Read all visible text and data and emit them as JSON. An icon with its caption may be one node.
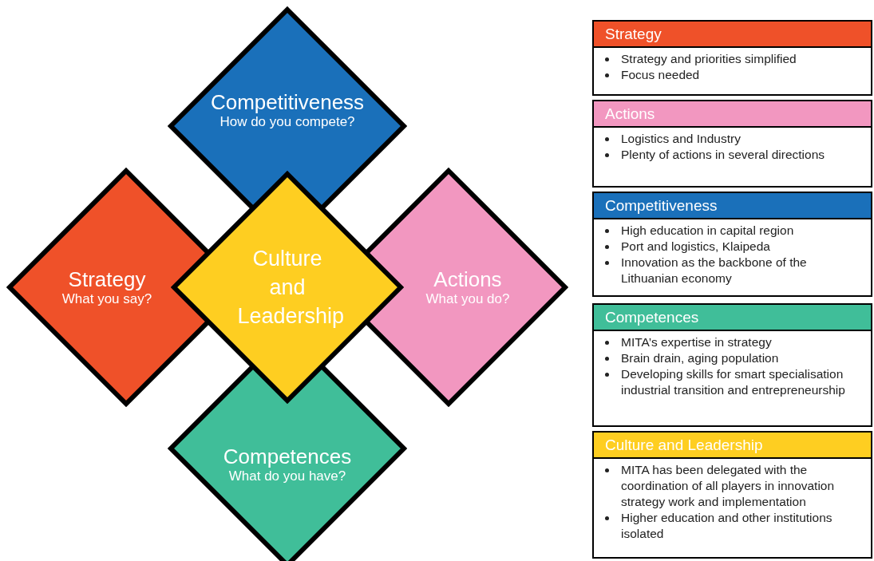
{
  "diagram": {
    "nodes": [
      {
        "text": [
          "Competitiveness",
          "How do you compete?"
        ]
      },
      {
        "text": [
          "Strategy",
          "What you say?"
        ]
      },
      {
        "text": [
          "Actions",
          "What you do?"
        ]
      },
      {
        "text": [
          "Competences",
          "What do you have?"
        ]
      },
      {
        "text": [
          "Culture and Leadership"
        ]
      },
      {
        "text": [
          "Strategy",
          "Strategy and priorities simplified",
          "Focus needed"
        ]
      },
      {
        "text": [
          "Actions",
          "Logistics and Industry",
          "Plenty of actions in several directions"
        ]
      },
      {
        "text": [
          "Competitiveness",
          "High education in capital region",
          "Port and logistics, Klaipeda",
          "Innovation as the backbone of the Lithuanian economy"
        ]
      },
      {
        "text": [
          "Competences",
          "MITA’s expertise in strategy",
          "Brain drain, aging population",
          "Developing skills for smart specialisation industrial transition and entrepreneurship"
        ]
      },
      {
        "text": [
          "Culture and Leadership",
          "MITA has been delegated with the coordination of all players in innovation strategy work and implementation",
          "Higher education and other institutions isolated"
        ]
      }
    ],
    "edges": []
  }
}
